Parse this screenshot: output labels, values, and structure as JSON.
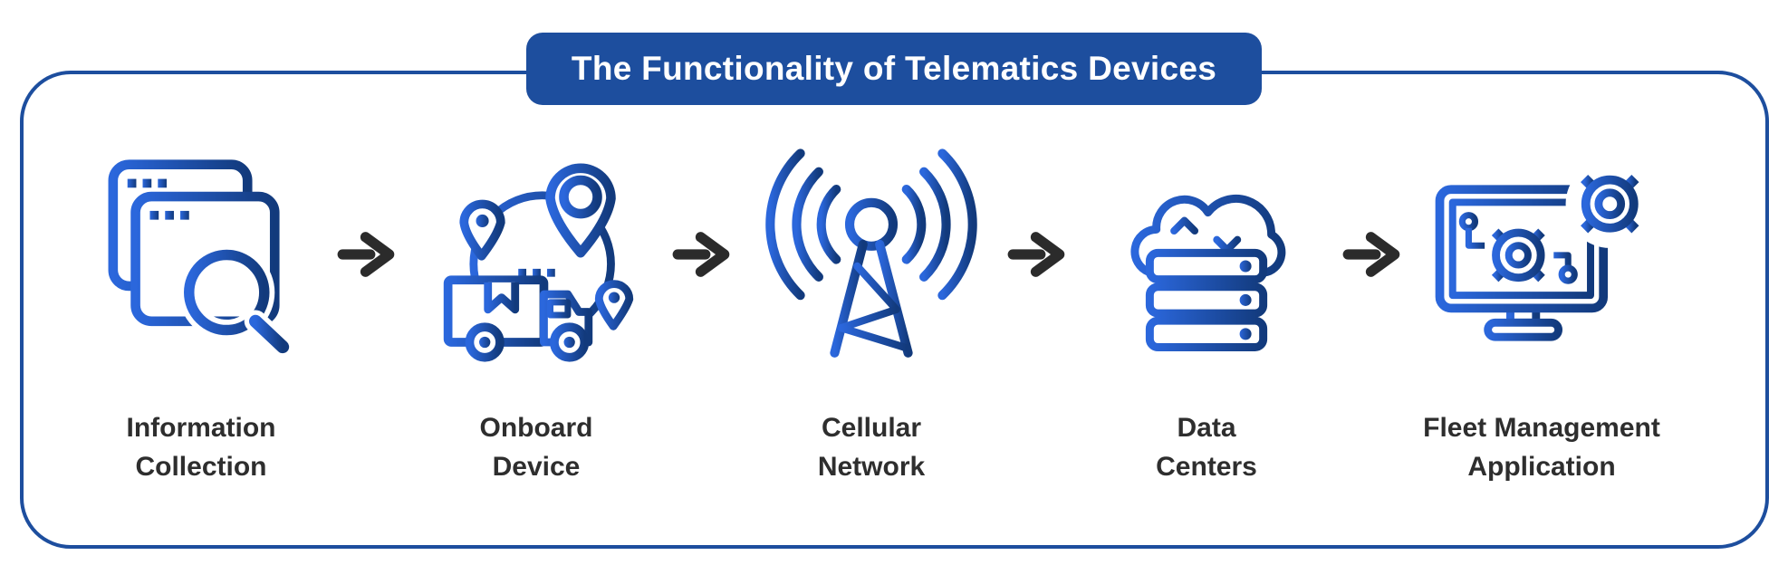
{
  "title": "The Functionality of Telematics Devices",
  "steps": [
    {
      "icon": "information-collection-icon",
      "lines": [
        "Information",
        "Collection"
      ]
    },
    {
      "icon": "onboard-device-icon",
      "lines": [
        "Onboard",
        "Device"
      ]
    },
    {
      "icon": "cellular-network-icon",
      "lines": [
        "Cellular",
        "Network"
      ]
    },
    {
      "icon": "data-centers-icon",
      "lines": [
        "Data",
        "Centers"
      ]
    },
    {
      "icon": "fleet-management-application-icon",
      "lines": [
        "Fleet Management",
        "Application"
      ]
    }
  ],
  "colors": {
    "banner_background": "#1d4e9e",
    "frame_border": "#1d4e9e",
    "icon_gradient_start": "#2b67dc",
    "icon_gradient_end": "#123a7c",
    "arrow": "#2b2b2b",
    "label_text": "#2e2e2e",
    "title_text": "#ffffff"
  }
}
